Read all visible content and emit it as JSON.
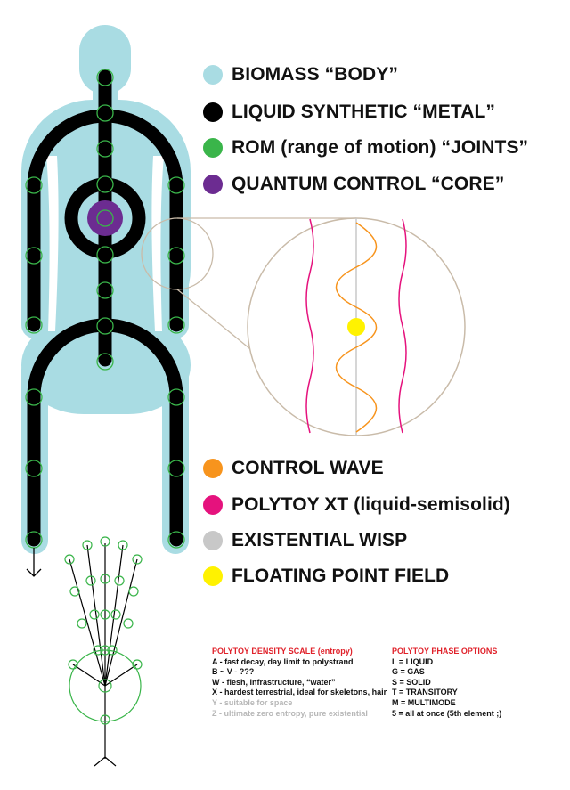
{
  "colors": {
    "body": "#a9dce3",
    "metal": "#000000",
    "joints": "#3ab54a",
    "core": "#6c2c91",
    "control_wave": "#f7941d",
    "polytoy": "#e5127d",
    "wisp": "#c8c8c8",
    "floating_point": "#fff200",
    "lens_outline": "#c9bba9",
    "scale_heading": "#e0212a"
  },
  "legend_top": [
    {
      "label": "BIOMASS “BODY”",
      "color": "#a9dce3"
    },
    {
      "label": "LIQUID SYNTHETIC “METAL”",
      "color": "#000000"
    },
    {
      "label": "ROM (range of motion) “JOINTS”",
      "color": "#3ab54a"
    },
    {
      "label": "QUANTUM CONTROL “CORE”",
      "color": "#6c2c91"
    }
  ],
  "legend_bottom": [
    {
      "label": "CONTROL WAVE",
      "color": "#f7941d"
    },
    {
      "label": "POLYTOY XT (liquid-semisolid)",
      "color": "#e5127d"
    },
    {
      "label": "EXISTENTIAL WISP",
      "color": "#c8c8c8"
    },
    {
      "label": "FLOATING POINT FIELD",
      "color": "#fff200"
    }
  ],
  "density_scale": {
    "heading": "POLYTOY DENSITY SCALE (entropy)",
    "items": [
      {
        "text": "A - fast decay, day limit to polystrand",
        "muted": false
      },
      {
        "text": "B ~ V - ???",
        "muted": false
      },
      {
        "text": "W - flesh, infrastructure, “water”",
        "muted": false
      },
      {
        "text": "X - hardest terrestrial, ideal for skeletons, hair",
        "muted": false
      },
      {
        "text": "Y - suitable for space",
        "muted": true
      },
      {
        "text": "Z - ultimate zero entropy, pure existential",
        "muted": true
      }
    ]
  },
  "phase_options": {
    "heading": "POLYTOY PHASE OPTIONS",
    "items": [
      {
        "text": "L = LIQUID"
      },
      {
        "text": "G = GAS"
      },
      {
        "text": "S = SOLID"
      },
      {
        "text": "T = TRANSITORY"
      },
      {
        "text": "M = MULTIMODE"
      },
      {
        "text": "5 = all at once (5th element ;)"
      }
    ]
  }
}
